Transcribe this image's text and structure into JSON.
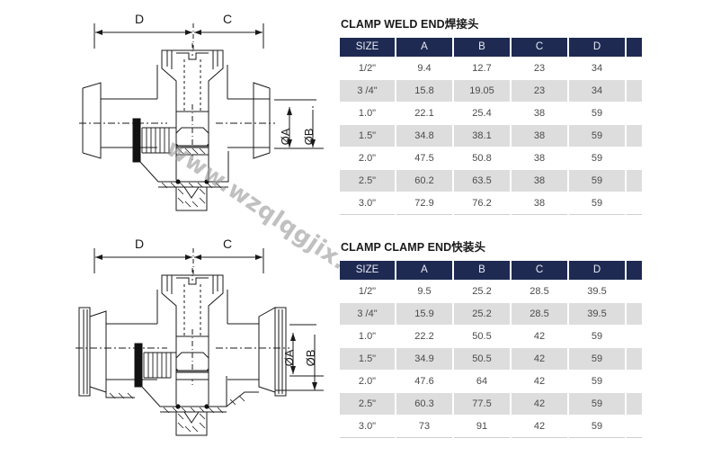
{
  "watermark": {
    "text": "www.wzqlqgjix.cn"
  },
  "drawings": [
    {
      "name": "clamp-weld-end-drawing",
      "dim_labels": {
        "d": "D",
        "c": "C",
        "a": "ØA",
        "b": "ØB"
      }
    },
    {
      "name": "clamp-clamp-end-drawing",
      "dim_labels": {
        "d": "D",
        "c": "C",
        "a": "ØA",
        "b": "ØB"
      }
    }
  ],
  "tables": [
    {
      "title_en": "CLAMP WELD  END",
      "title_cn": "焊接头",
      "columns": [
        "SIZE",
        "A",
        "B",
        "C",
        "D",
        ""
      ],
      "rows": [
        [
          "1/2\"",
          "9.4",
          "12.7",
          "23",
          "34"
        ],
        [
          "3 /4\"",
          "15.8",
          "19.05",
          "23",
          "34"
        ],
        [
          "1.0\"",
          "22.1",
          "25.4",
          "38",
          "59"
        ],
        [
          "1.5\"",
          "34.8",
          "38.1",
          "38",
          "59"
        ],
        [
          "2.0\"",
          "47.5",
          "50.8",
          "38",
          "59"
        ],
        [
          "2.5\"",
          "60.2",
          "63.5",
          "38",
          "59"
        ],
        [
          "3.0\"",
          "72.9",
          "76.2",
          "38",
          "59"
        ]
      ]
    },
    {
      "title_en": "CLAMP CLAMP  END",
      "title_cn": "快装头",
      "columns": [
        "SIZE",
        "A",
        "B",
        "C",
        "D",
        ""
      ],
      "rows": [
        [
          "1/2\"",
          "9.5",
          "25.2",
          "28.5",
          "39.5"
        ],
        [
          "3 /4\"",
          "15.9",
          "25.2",
          "28.5",
          "39.5"
        ],
        [
          "1.0\"",
          "22.2",
          "50.5",
          "42",
          "59"
        ],
        [
          "1.5\"",
          "34.9",
          "50.5",
          "42",
          "59"
        ],
        [
          "2.0\"",
          "47.6",
          "64",
          "42",
          "59"
        ],
        [
          "2.5\"",
          "60.3",
          "77.5",
          "42",
          "59"
        ],
        [
          "3.0\"",
          "73",
          "91",
          "42",
          "59"
        ]
      ]
    }
  ],
  "colors": {
    "header_bg": "#1e2a52",
    "header_text": "#e8eaf2",
    "row_alt_bg": "#dddddd",
    "body_text": "#4a4a4a",
    "line": "#1a1a1a"
  }
}
